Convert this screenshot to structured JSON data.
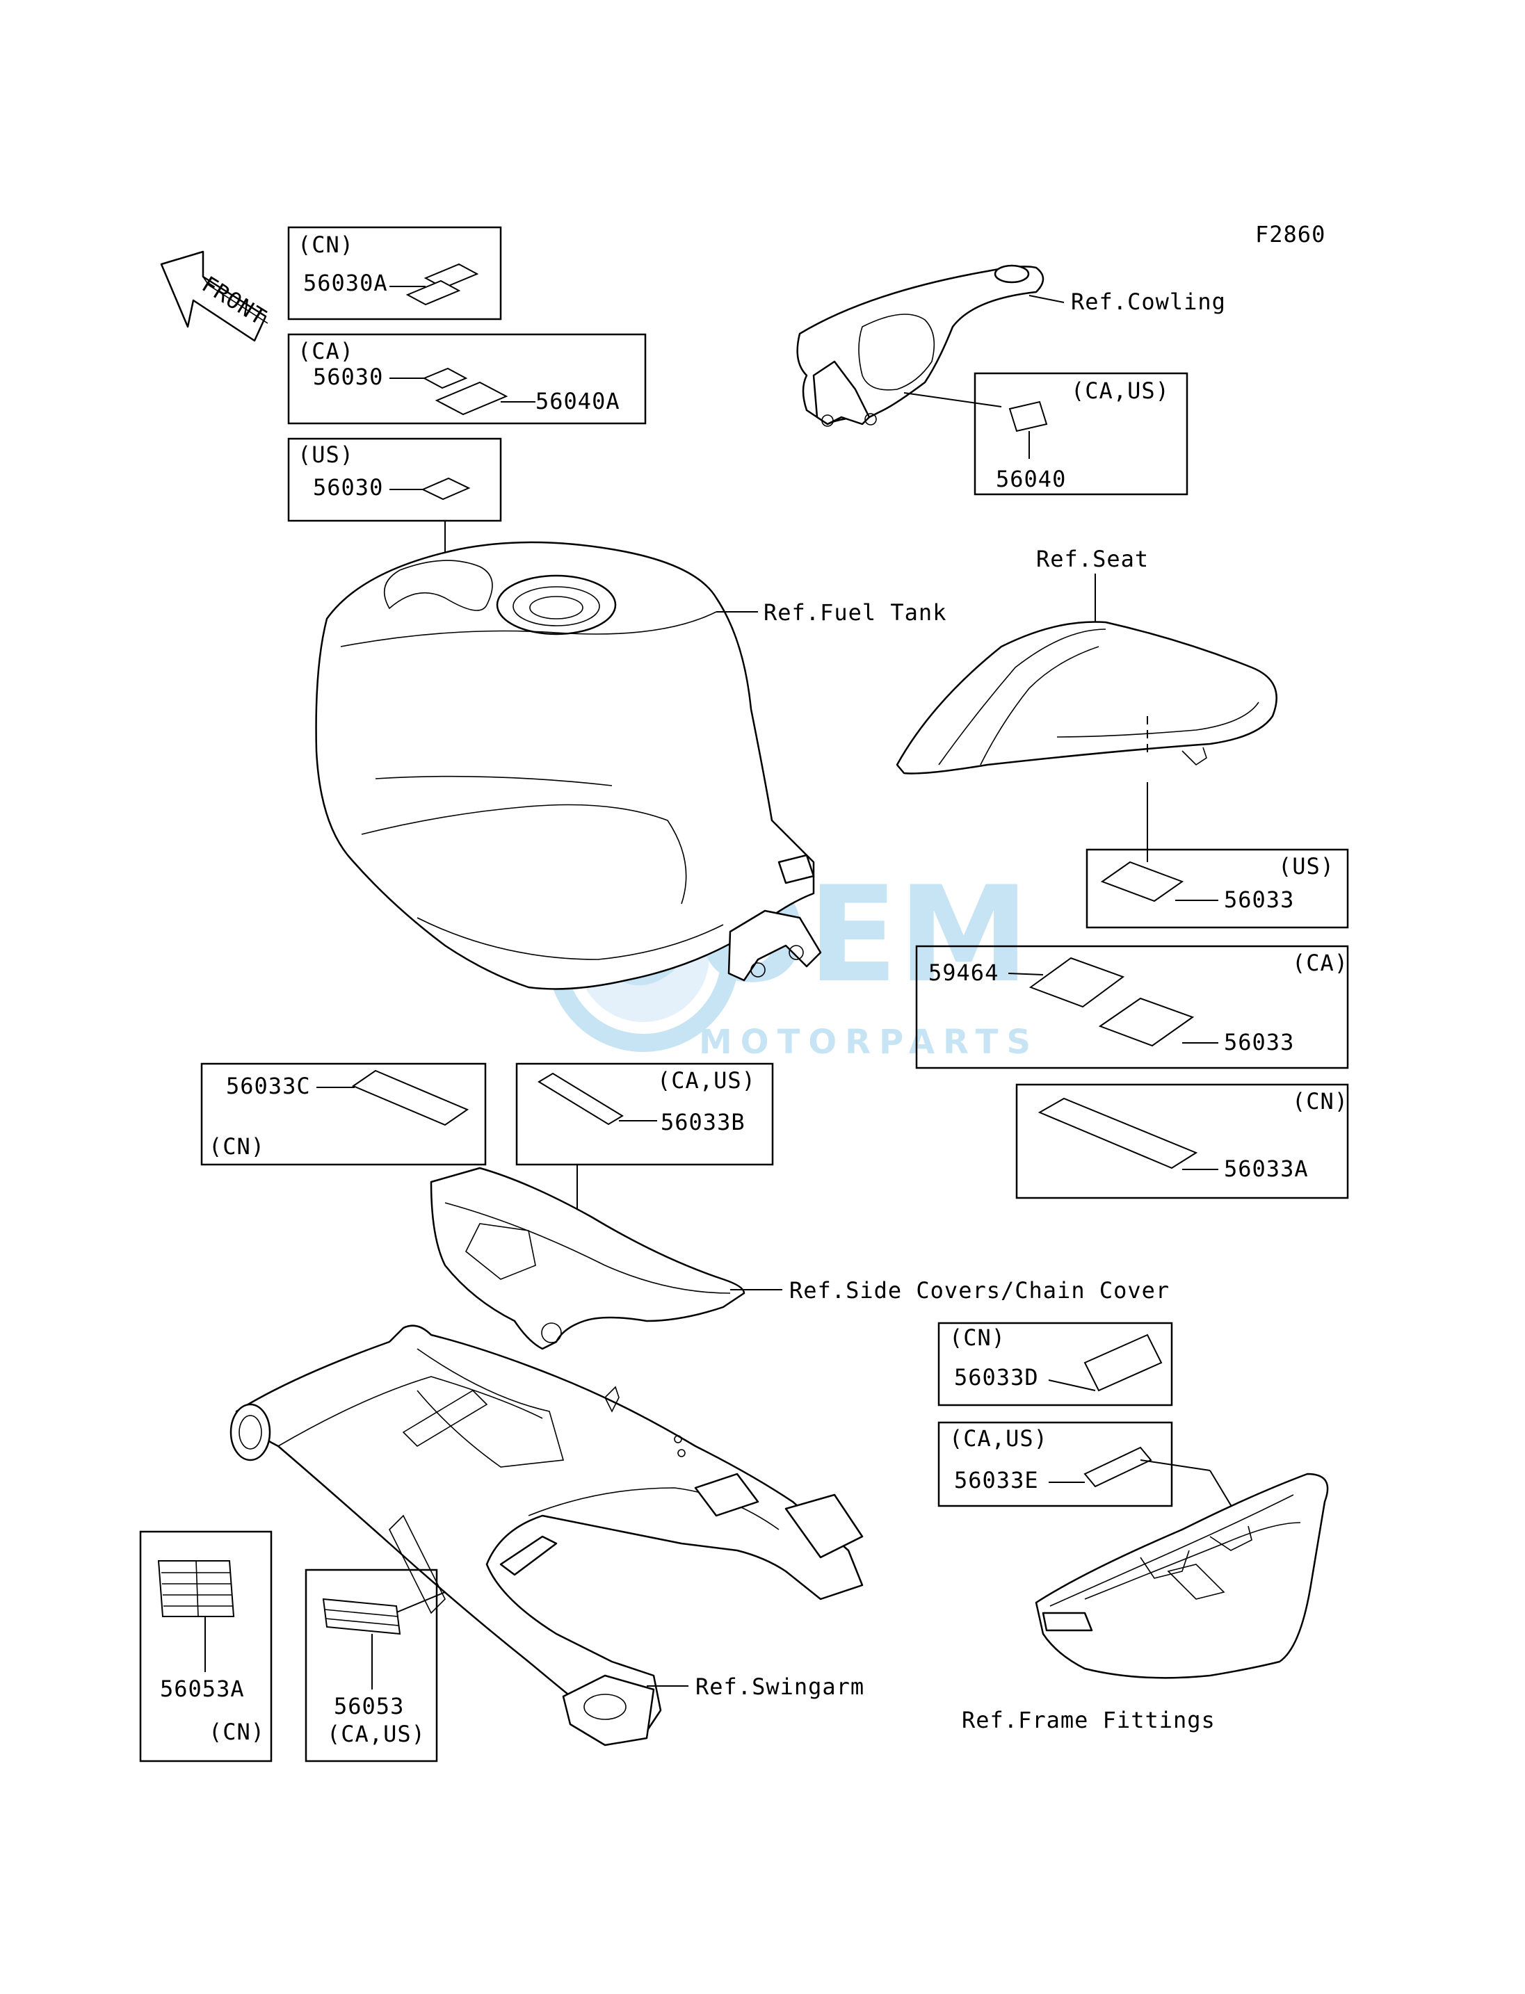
{
  "figure_code": "F2860",
  "front_label": "FRONT",
  "watermark": {
    "brand": "OEM",
    "sub": "MOTORPARTS"
  },
  "refs": {
    "cowling": "Ref.Cowling",
    "fuel_tank": "Ref.Fuel Tank",
    "seat": "Ref.Seat",
    "side_covers": "Ref.Side Covers/Chain Cover",
    "swingarm": "Ref.Swingarm",
    "frame_fittings": "Ref.Frame Fittings"
  },
  "boxes": {
    "cn_56030a": {
      "region": "(CN)",
      "part": "56030A"
    },
    "ca_56030": {
      "region": "(CA)",
      "part_a": "56030",
      "part_b": "56040A"
    },
    "us_56030": {
      "region": "(US)",
      "part": "56030"
    },
    "caus_56040": {
      "region": "(CA,US)",
      "part": "56040"
    },
    "us_56033": {
      "region": "(US)",
      "part": "56033"
    },
    "ca_59464": {
      "region": "(CA)",
      "part_a": "59464",
      "part_b": "56033"
    },
    "cn_56033a": {
      "region": "(CN)",
      "part": "56033A"
    },
    "cn_56033c": {
      "region": "(CN)",
      "part": "56033C"
    },
    "caus_56033b": {
      "region": "(CA,US)",
      "part": "56033B"
    },
    "cn_56033d": {
      "region": "(CN)",
      "part": "56033D"
    },
    "caus_56033e": {
      "region": "(CA,US)",
      "part": "56033E"
    },
    "cn_56053a": {
      "region": "(CN)",
      "part": "56053A"
    },
    "caus_56053": {
      "region": "(CA,US)",
      "part": "56053"
    }
  }
}
